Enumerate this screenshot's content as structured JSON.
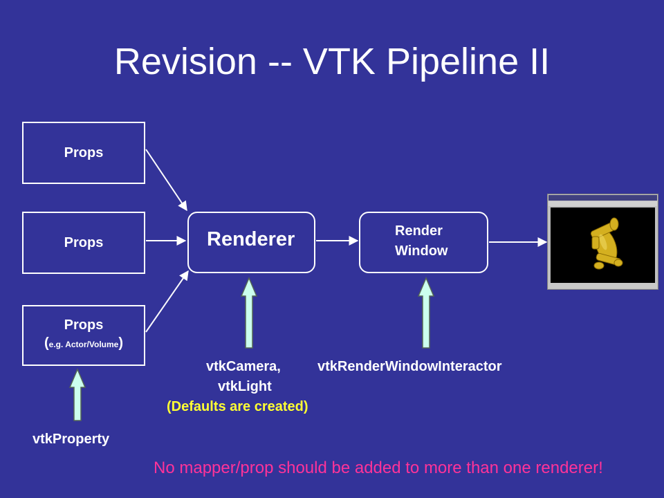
{
  "title": "Revision -- VTK Pipeline II",
  "nodes": {
    "props_1": "Props",
    "props_2": "Props",
    "props_3": "Props",
    "props_3_paren_open": "(",
    "props_3_detail": "e.g. Actor/Volume",
    "props_3_paren_close": ")",
    "renderer": "Renderer",
    "render_window_line1": "Render",
    "render_window_line2": "Window"
  },
  "labels": {
    "camera": "vtkCamera,",
    "light": "vtkLight",
    "defaults": "(Defaults are created)",
    "interactor": "vtkRenderWindowInteractor",
    "property": "vtkProperty"
  },
  "warning": "No mapper/prop should  be added to more than one renderer!",
  "colors": {
    "background": "#333399",
    "defaults_text": "#ffff33",
    "warning_text": "#ff3399",
    "input_arrow_fill": "#ccffee"
  },
  "edges": [
    {
      "from": "props_1",
      "to": "renderer"
    },
    {
      "from": "props_2",
      "to": "renderer"
    },
    {
      "from": "props_3",
      "to": "renderer"
    },
    {
      "from": "renderer",
      "to": "render_window"
    },
    {
      "from": "render_window",
      "to": "render_window_screenshot"
    },
    {
      "from": "camera_light",
      "to": "renderer"
    },
    {
      "from": "interactor",
      "to": "render_window"
    },
    {
      "from": "property",
      "to": "props_3"
    }
  ],
  "icons": [
    "render-window-screenshot-icon"
  ]
}
